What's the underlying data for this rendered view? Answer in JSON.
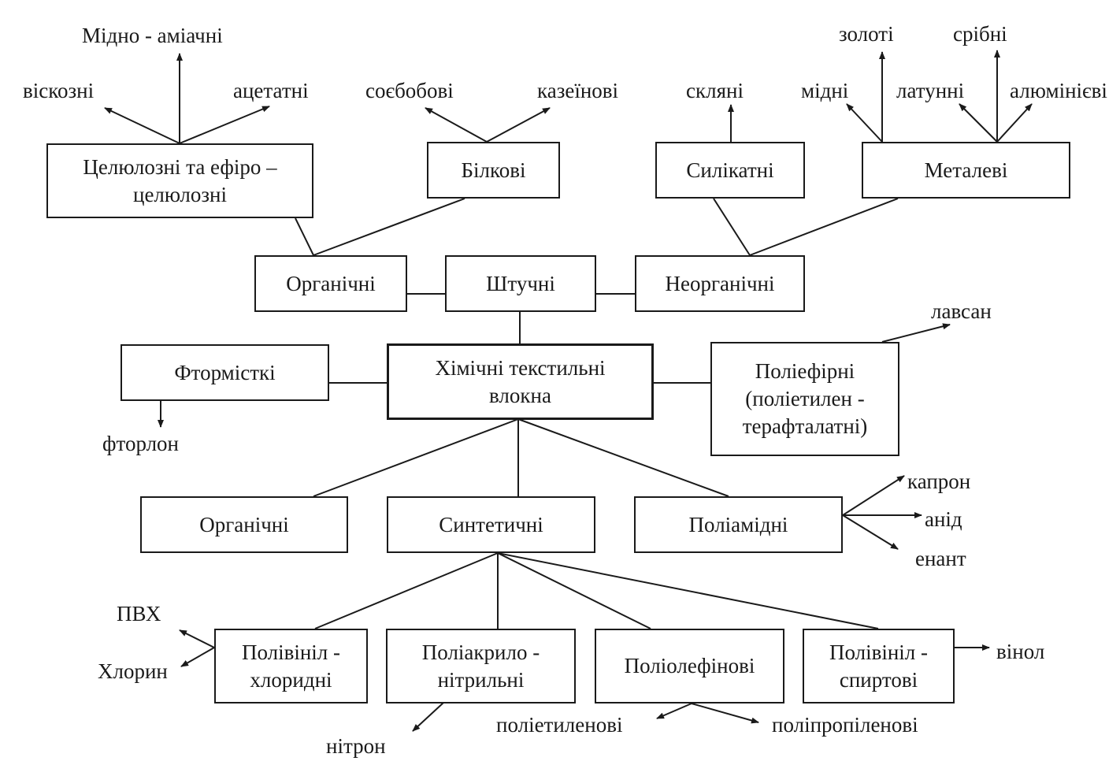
{
  "nodes": {
    "cellulose": "Целюлозні та ефіро –\nцелюлозні",
    "protein": "Білкові",
    "silicate": "Силікатні",
    "metal": "Металеві",
    "organic_top": "Органічні",
    "artificial": "Штучні",
    "inorganic": "Неорганічні",
    "fluorine": "Фтормісткі",
    "chemical": "Хімічні текстильні\nвлокна",
    "polyester": "Поліефірні\n(поліетилен -\nтерафталатні)",
    "organic_mid": "Органічні",
    "synthetic": "Синтетичні",
    "polyamide": "Поліамідні",
    "pvc": "Полівініл -\nхлоридні",
    "polyacryl": "Поліакрило -\nнітрильні",
    "polyolefin": "Поліолефінові",
    "polyvinyl_alcohol": "Полівініл -\nспиртові"
  },
  "labels": {
    "copper_ammonia": "Мідно - аміачні",
    "viscose": "віскозні",
    "acetate": "ацетатні",
    "soy": "соєбобові",
    "casein": "казеїнові",
    "glass": "скляні",
    "gold": "золоті",
    "silver": "срібні",
    "copper": "мідні",
    "brass": "латунні",
    "aluminum": "алюмінієві",
    "lavsan": "лавсан",
    "ftorlon": "фторлон",
    "kapron": "капрон",
    "anid": "анід",
    "enant": "енант",
    "pvh": "ПВХ",
    "chlorin": "Хлорин",
    "nitron": "нітрон",
    "polyethylene": "поліетиленові",
    "polypropylene": "поліпропіленові",
    "vinol": "вінол"
  }
}
